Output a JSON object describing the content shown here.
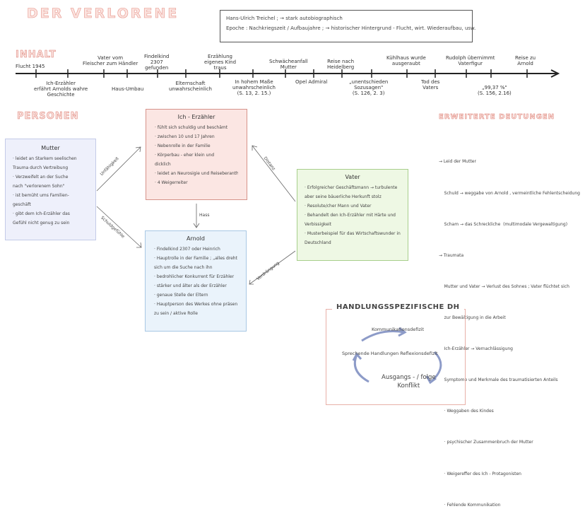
{
  "title": "DER VERLORENE",
  "info": {
    "line1": "Hans-Ulrich Treichel ; → stark autobiographisch",
    "line2": "Epoche : Nachkriegszeit / Aufbaujahre ; → historischer Hintergrund - Flucht, wirt. Wiederaufbau, usw."
  },
  "inhalt": {
    "heading": "INHALT",
    "above": [
      {
        "text": "Flucht 1945"
      },
      {
        "text": "Vater vom\nFleischer zum Händler"
      },
      {
        "text": "Findelkind\n2307\ngefunden"
      },
      {
        "text": "Erzählung\neigenes Kind\ntraus"
      },
      {
        "text": "Schwächeanfall\nMutter"
      },
      {
        "text": "Reise nach\nHeidelberg"
      },
      {
        "text": "Kühlhaus wurde\nausgeraubt"
      },
      {
        "text": "Rudolph übernimmt\nVaterfigur"
      },
      {
        "text": "Reise zu\nArnold"
      }
    ],
    "below": [
      {
        "text": "Ich-Erzähler\nerfährt Arnolds wahre\nGeschichte"
      },
      {
        "text": "Haus-Umbau"
      },
      {
        "text": "Elternschaft\nunwahrscheinlich"
      },
      {
        "text": "In hohem Maße\nunwahrscheinlich\n(S. 13, 2. 15.)"
      },
      {
        "text": "Opel Admiral"
      },
      {
        "text": "„unentschieden\nSozusagen\"\n(S. 126, 2. 3)"
      },
      {
        "text": "Tod des\nVaters"
      },
      {
        "text": "„99,37 %\"\n(S. 156, 2.16)"
      }
    ]
  },
  "personen": {
    "heading": "PERSONEN",
    "mutter": {
      "title": "Mutter",
      "lines": [
        "· leidet an Starkem seelischen",
        "Trauma durch Vertreibung",
        "· Verzweifelt an der Suche",
        "nach \"verlorenem Sohn\"",
        "· ist bemüht ums Familien-",
        "geschäft",
        "· gibt dem Ich-Erzähler das",
        "Gefühl nicht genug zu sein"
      ]
    },
    "ich": {
      "title": "Ich - Erzähler",
      "lines": [
        "· fühlt sich schuldig und beschämt",
        "· zwischen 10 und 17 Jahren",
        "· Nebenrolle in der Familie",
        "· Körperbau - eher klein und",
        "  dicklich",
        "· leidet an Neurosigie und Reiseberantheit",
        "· 4 Weigerreiter"
      ]
    },
    "arnold": {
      "title": "Arnold",
      "lines": [
        "· Findelkind 2307 oder Heinrich",
        "· Hauptrolle in der Familie ; „alles dreht",
        "  sich um die Suche nach ihn",
        "· bedrohlicher Konkurrent für Erzähler",
        "· stärker und älter als der Erzähler",
        "· genaue Stelle der Eltern",
        "· Hauptperson des Werkes ohne präsent",
        "  zu sein / aktive Rolle"
      ]
    },
    "vater": {
      "title": "Vater",
      "lines": [
        "· Erfolgreicher Geschäftsmann → turbulente",
        "  aber seine bäuerliche Herkunft stolz",
        "· Resolute/cher Mann und Vater",
        "· Behandelt den Ich-Erzähler mit Härte und",
        "  Verbissigkeit",
        "· Musterbeispiel für das Wirtschaftswunder in",
        "  Deutschland"
      ]
    },
    "relations": {
      "unfaehigkeit": "Unfähigkeit",
      "schuldgefuehle": "Schuldgefühle",
      "hass": "Hass",
      "distanz": "Distanz",
      "verdraengung": "Verdrängung"
    }
  },
  "erweiterte": {
    "heading": "ERWEITERTE DEUTUNGEN",
    "lines": [
      "→ Leid der Mutter",
      "    Schuld → weggabe von Arnold , vermeintliche Fehlentscheidung",
      "    Scham → das Schreckliche  (multimodale Vergewaltigung)",
      "→ Traumata",
      "    Mutter und Vater → Verlust des Sohnes ; Vater flüchtet sich",
      "    zur Bewältigung in die Arbeit",
      "    Ich-Erzähler → Vernachlässigung",
      "    Symptome und Merkmale des traumatisierten Anteils",
      "    · Weggaben des Kindes",
      "    · psychischer Zusammenbruch der Mutter",
      "    · Weigereffer des Ich - Protagonisten",
      "    · Fehlende Kommunikation"
    ]
  },
  "handlung": {
    "heading": "HANDLUNGSSPEZIFISCHE DH",
    "top": "Kommunikationsdefizit",
    "middle": "Sprechende Handlungen Reflexionsdefizit",
    "bottom": "Ausgangs - / folge\nKonflikt"
  },
  "colors": {
    "accent_red": "#e7948a",
    "blue": "#a9c8e4",
    "green": "#a8cf8c"
  }
}
